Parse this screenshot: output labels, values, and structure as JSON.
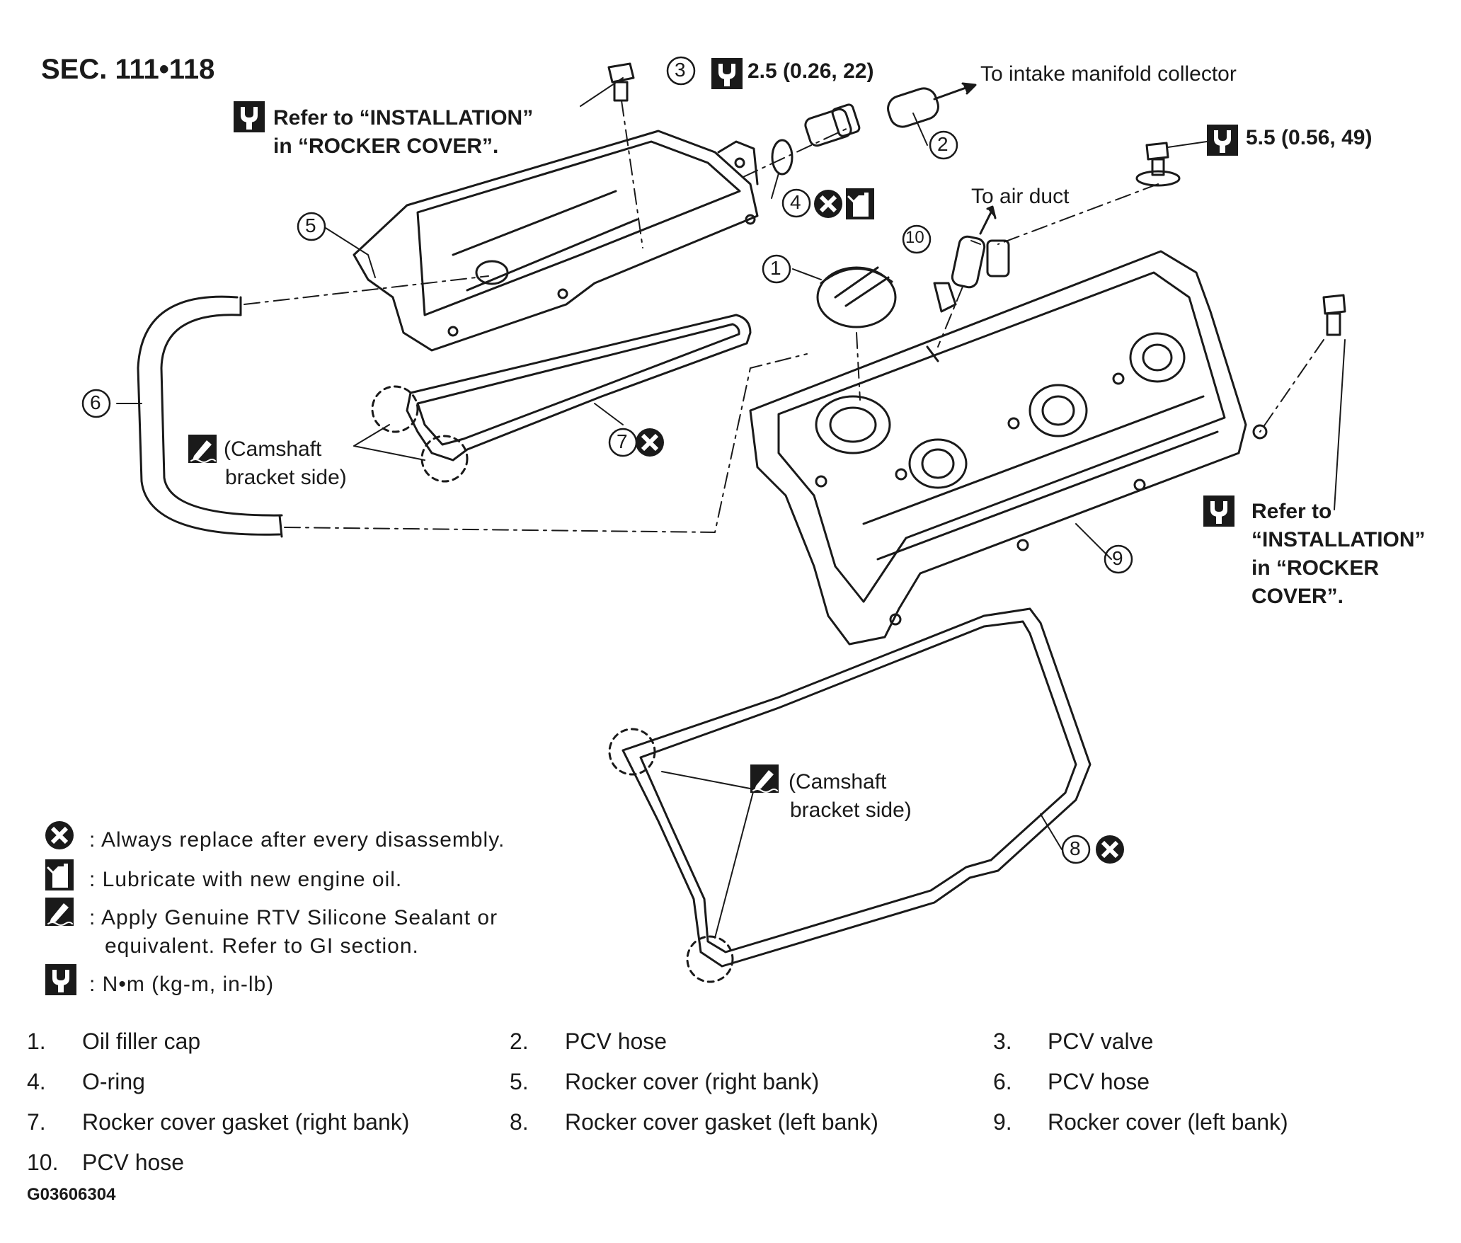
{
  "title": "SEC. 111•118",
  "figure_id": "G03606304",
  "callouts": {
    "pcv_valve_torque": "2.5 (0.26, 22)",
    "to_intake": "To intake manifold collector",
    "refer_line1": "Refer to “INSTALLATION”",
    "refer_line2": "in “ROCKER COVER”.",
    "bolt_torque": "5.5 (0.56, 49)",
    "to_air_duct": "To air duct",
    "camshaft_line1": "(Camshaft",
    "camshaft_line2": "bracket side)",
    "refer_r1": "Refer to",
    "refer_r2": "“INSTALLATION”",
    "refer_r3": "in “ROCKER",
    "refer_r4": "COVER”."
  },
  "numbers": [
    "1",
    "2",
    "3",
    "4",
    "5",
    "6",
    "7",
    "8",
    "9",
    "10"
  ],
  "legend": [
    {
      "icon": "replace-x-icon",
      "text": ": Always replace after every disassembly."
    },
    {
      "icon": "oil-can-icon",
      "text": ": Lubricate with new engine oil."
    },
    {
      "icon": "sealant-icon",
      "text": ": Apply Genuine RTV Silicone Sealant or"
    },
    {
      "icon": "",
      "text": "equivalent. Refer to GI section."
    },
    {
      "icon": "torque-wrench-icon",
      "text": ": N•m (kg-m, in-lb)"
    }
  ],
  "parts": [
    {
      "num": "1.",
      "name": "Oil filler cap"
    },
    {
      "num": "2.",
      "name": "PCV hose"
    },
    {
      "num": "3.",
      "name": "PCV valve"
    },
    {
      "num": "4.",
      "name": "O-ring"
    },
    {
      "num": "5.",
      "name": "Rocker cover (right bank)"
    },
    {
      "num": "6.",
      "name": "PCV hose"
    },
    {
      "num": "7.",
      "name": "Rocker cover gasket (right bank)"
    },
    {
      "num": "8.",
      "name": "Rocker cover gasket (left bank)"
    },
    {
      "num": "9.",
      "name": "Rocker cover (left bank)"
    },
    {
      "num": "10.",
      "name": "PCV hose"
    }
  ]
}
